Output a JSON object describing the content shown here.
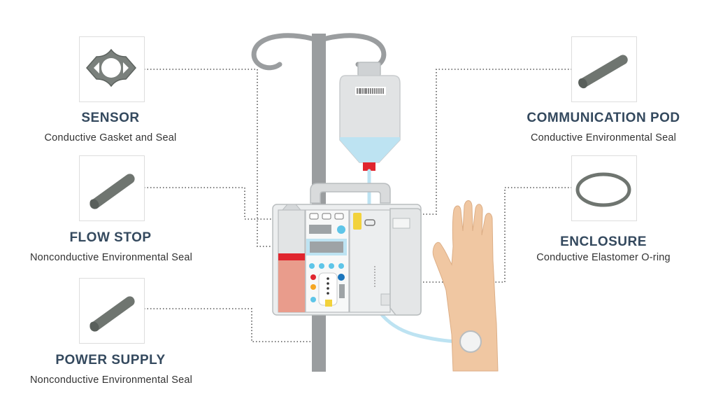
{
  "components": {
    "sensor": {
      "title": "SENSOR",
      "subtitle": "Conductive Gasket and Seal"
    },
    "flow_stop": {
      "title": "FLOW STOP",
      "subtitle": "Nonconductive Environmental Seal"
    },
    "power_supply": {
      "title": "POWER SUPPLY",
      "subtitle": "Nonconductive Environmental Seal"
    },
    "communication_pod": {
      "title": "COMMUNICATION POD",
      "subtitle": "Conductive Environmental Seal"
    },
    "enclosure": {
      "title": "ENCLOSURE",
      "subtitle": "Conductive Elastomer O-ring"
    }
  },
  "colors": {
    "title_text": "#34495e",
    "seal_gray": "#6f7570",
    "pole_gray": "#9a9d9f",
    "fluid_blue": "#bde3f2",
    "skin": "#f0c7a2",
    "red_clip": "#e0252e",
    "dotted_line": "#555555"
  },
  "icons": [
    "gasket-icon",
    "seal-cylinder-icon",
    "o-ring-icon",
    "iv-bag-icon",
    "infusion-pump-icon",
    "hand-icon"
  ]
}
